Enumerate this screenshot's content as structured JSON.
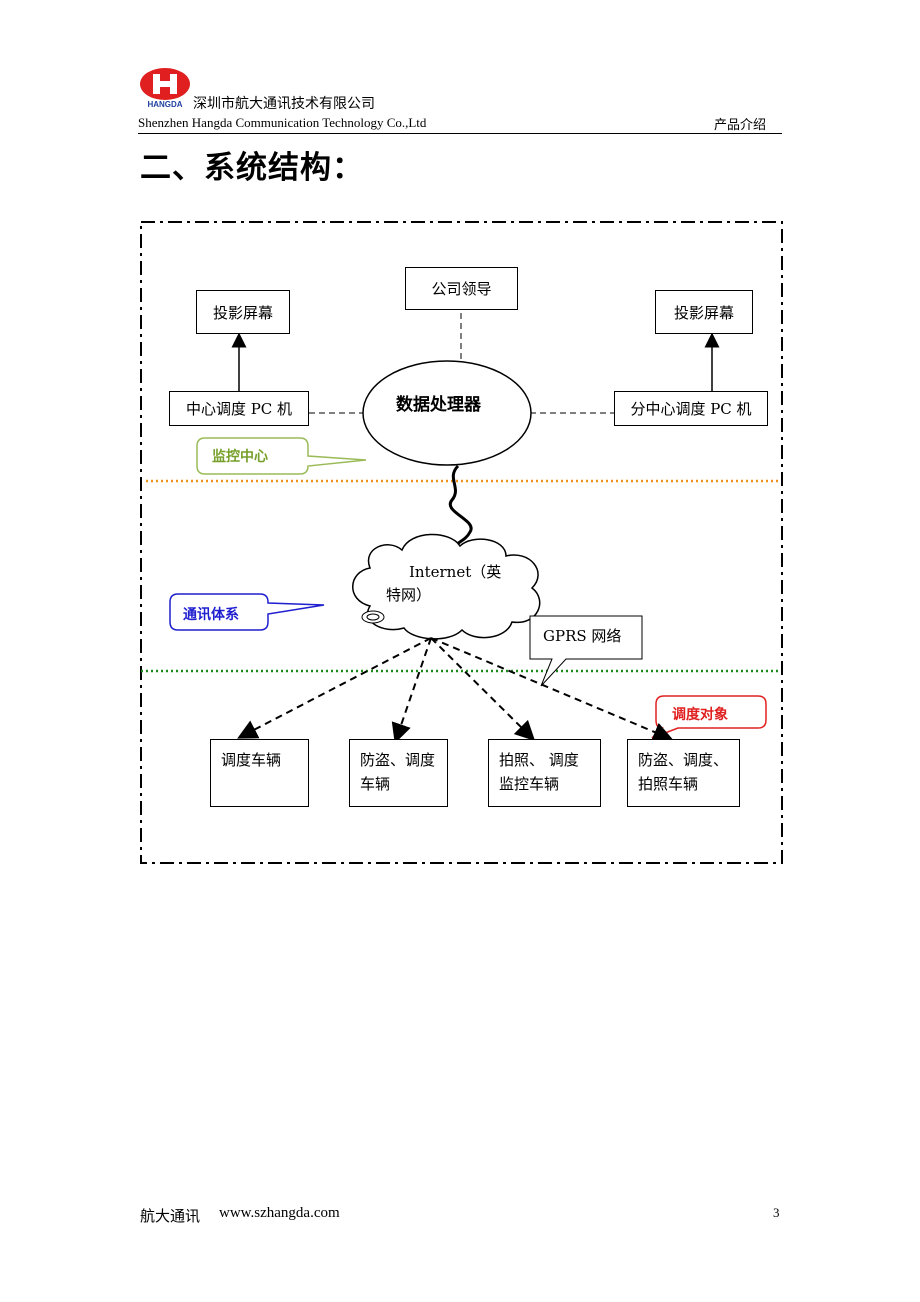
{
  "header": {
    "logo_text": "HANGDA",
    "company_cn": "深圳市航大通讯技术有限公司",
    "company_en": "Shenzhen Hangda Communication Technology Co.,Ltd",
    "doc_type": "产品介绍"
  },
  "title": "二、系统结构：",
  "diagram": {
    "leader": "公司领导",
    "screen_left": "投影屏幕",
    "screen_right": "投影屏幕",
    "center_pc": "中心调度 PC 机",
    "sub_pc": "分中心调度 PC 机",
    "processor": "数据处理器",
    "monitor_center": "监控中心",
    "internet_line1": "Internet（英",
    "internet_line2": "特网）",
    "comm_system": "通讯体系",
    "gprs": "GPRS 网络",
    "dispatch_object": "调度对象",
    "vehicles": [
      {
        "line1": "调度车辆",
        "line2": ""
      },
      {
        "line1": "防盗、调度",
        "line2": "车辆"
      },
      {
        "line1": "拍照、 调度",
        "line2": "监控车辆"
      },
      {
        "line1": "防盗、调度、",
        "line2": "拍照车辆"
      }
    ],
    "colors": {
      "monitor_border": "#9bbb59",
      "monitor_text": "#76a02a",
      "comm_border": "#1f1fd0",
      "comm_text": "#1f1fd0",
      "dispatch_border": "#e02020",
      "dispatch_text": "#e02020",
      "orange_line": "#f0901a",
      "green_line": "#1a8a1a"
    }
  },
  "footer": {
    "company": "航大通讯",
    "url": "www.szhangda.com",
    "page": "3"
  }
}
